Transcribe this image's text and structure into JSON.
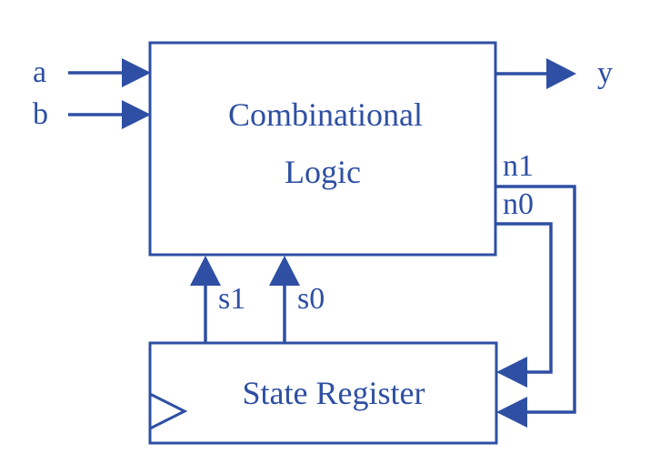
{
  "colors": {
    "accent": "#2e4fa3",
    "background": "#ffffff"
  },
  "blocks": {
    "combinational_line1": "Combinational",
    "combinational_line2": "Logic",
    "state_register": "State Register"
  },
  "inputs": {
    "a": "a",
    "b": "b"
  },
  "outputs": {
    "y": "y"
  },
  "next_state": {
    "n1": "n1",
    "n0": "n0"
  },
  "state": {
    "s1": "s1",
    "s0": "s0"
  }
}
